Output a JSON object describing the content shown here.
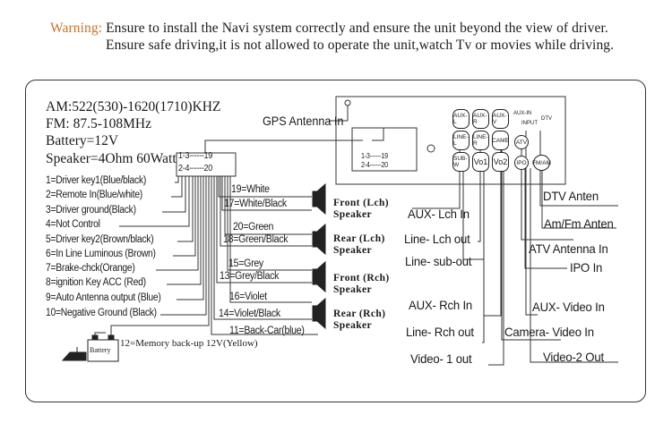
{
  "warning": {
    "label": "Warning:",
    "line1": " Ensure to install the Navi system correctly and ensure the unit beyond the view of driver.",
    "line2": "Ensure safe driving,it is not allowed to operate the unit,watch Tv or movies while driving."
  },
  "specs": {
    "am": "AM:522(530)-1620(1710)KHZ",
    "fm": "FM: 87.5-108MHz",
    "battery": "Battery=12V",
    "speaker": "Speaker=4Ohm 60Watt"
  },
  "connector": {
    "row1": "1-3------19",
    "row2": "2-4------20",
    "unit_row1": "1-3------19",
    "unit_row2": "2-4------20"
  },
  "pins_left": [
    "1=Driver key1(Blue/black)",
    "2=Remote In(Blue/white)",
    "3=Driver ground(Black)",
    "4=Not Control",
    "5=Driver key2(Brown/black)",
    "6=In Line Luminous (Brown)",
    "7=Brake-chck(Orange)",
    "8=ignition Key ACC (Red)",
    "9=Auto Antenna output (Blue)",
    "10=Negative Ground (Black)"
  ],
  "pins_right": [
    "19=White",
    "17=White/Black",
    "20=Green",
    "18=Green/Black",
    "15=Grey",
    "13=Grey/Black",
    "16=Violet",
    "14=Violet/Black",
    "11=Back-Car(blue)"
  ],
  "speakers": [
    {
      "line1": "Front (Lch)",
      "line2": "Speaker"
    },
    {
      "line1": "Rear (Lch)",
      "line2": "Speaker"
    },
    {
      "line1": "Front (Rch)",
      "line2": "Speaker"
    },
    {
      "line1": "Rear (Rch)",
      "line2": "Speaker"
    }
  ],
  "memory": "12=Memory back-up 12V(Yellow)",
  "battery_label": "Battery",
  "gps": "GPS Antenna In",
  "jacks": {
    "row1": [
      "AUX-L",
      "AUX-R",
      "AUX-V"
    ],
    "aux_in": "AUX-IN",
    "input": "INPUT",
    "dtv": "DTV",
    "row2": [
      "LINE-L",
      "LINE-R",
      "CAME",
      "ATV"
    ],
    "row3": [
      "SUB-W",
      "Vo1",
      "Vo2",
      "IPO",
      "FM/AM"
    ]
  },
  "outputs_mid": [
    "AUX- Lch In",
    "Line- Lch out",
    "Line- sub-out",
    "AUX- Rch In",
    "Line- Rch out",
    "Video- 1 out"
  ],
  "outputs_right": [
    "DTV Anten",
    "Am/Fm Anten",
    "ATV  Antenna In",
    "IPO   In",
    "AUX- Video In",
    "Camera- Video In",
    "Video-2 Out"
  ]
}
